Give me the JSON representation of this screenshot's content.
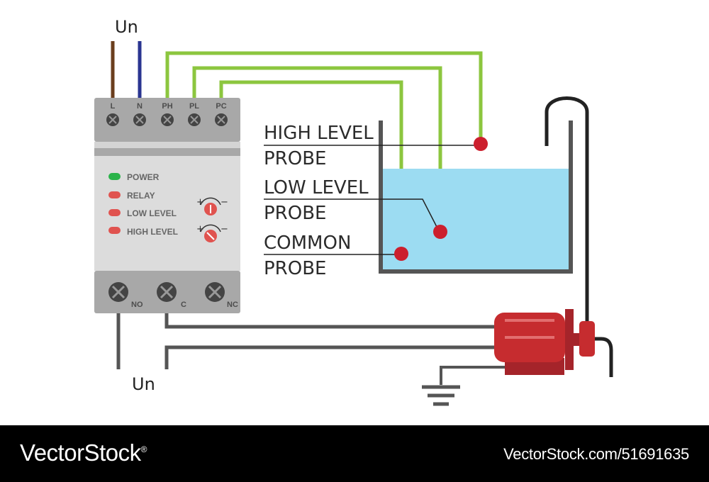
{
  "diagram": {
    "supply_label_top": "Un",
    "supply_label_bottom": "Un",
    "relay": {
      "top_terminals": [
        "L",
        "N",
        "PH",
        "PL",
        "PC"
      ],
      "bottom_terminals": [
        "NO",
        "C",
        "NC"
      ],
      "indicators": [
        {
          "label": "POWER",
          "color": "#2bb34a"
        },
        {
          "label": "RELAY",
          "color": "#e0534f"
        },
        {
          "label": "LOW LEVEL",
          "color": "#e0534f"
        },
        {
          "label": "HIGH LEVEL",
          "color": "#e0534f"
        }
      ],
      "knob_signs": {
        "plus": "+",
        "minus": "−"
      }
    },
    "probes": [
      {
        "line1": "HIGH LEVEL",
        "line2": "PROBE"
      },
      {
        "line1": "LOW LEVEL",
        "line2": "PROBE"
      },
      {
        "line1": "COMMON",
        "line2": "PROBE"
      }
    ],
    "colors": {
      "wire_brown": "#6b3e1e",
      "wire_blue": "#2a3591",
      "wire_green": "#8cc63f",
      "wire_gray": "#555555",
      "probe_red": "#cc1f2d",
      "water": "#9cdcf2",
      "motor_red": "#c62c2f"
    }
  },
  "footer": {
    "brand": "VectorStock",
    "registered_mark": "®",
    "image_id": "VectorStock.com/51691635"
  }
}
